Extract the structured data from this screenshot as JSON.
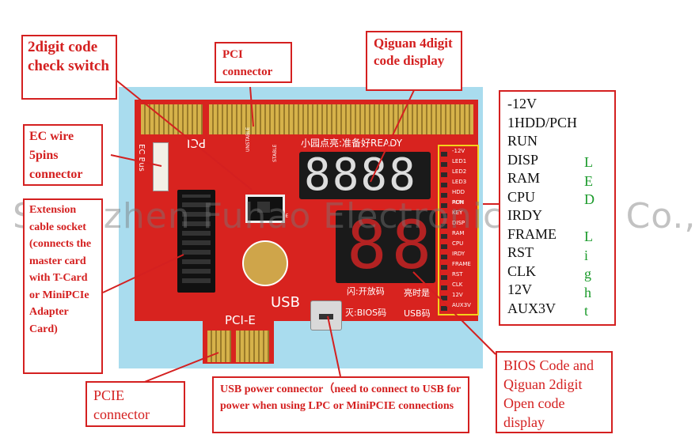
{
  "watermark": "Shenzhen Fuhao Electronic Trade Co., LTD",
  "board": {
    "pci_silk": "PCI",
    "pcie_silk": "PCI-E",
    "usb_silk": "USB",
    "ready_silk": "小园点亮:准备好READY",
    "open_silk": "闪:开放码",
    "bios_silk": "灭:BIOS码",
    "usb_code_silk": "USB码",
    "on_silk": "亮时是",
    "unstable_silk": "UNSTABLE",
    "stable_silk": "STABLE",
    "mode_silk": "MODE",
    "ecbus_silk": "EC Bus",
    "led_labels": [
      "-12V",
      "LED1",
      "LED2",
      "LED3",
      "HDD PCH",
      "RUN",
      "KEY",
      "DISP",
      "RAM",
      "CPU",
      "IRDY",
      "FRAME",
      "RST",
      "CLK",
      "12V",
      "AUX3V"
    ],
    "display4": "8888",
    "display2": "88"
  },
  "callouts": {
    "switch": "2digit code check switch",
    "pci": "PCI connector",
    "qiguan4": "Qiguan 4digit code display",
    "ec": "EC wire 5pins connector",
    "extension": "Extension cable socket (connects the master card with T-Card or MiniPCIe Adapter Card)",
    "pcie": "PCIE connector",
    "usb": "USB power connector（need to connect to USB for power when using LPC or MiniPCIE connections",
    "bios": "BIOS Code and Qiguan 2digit Open code display"
  },
  "led_list": {
    "items": [
      "-12V",
      "1HDD/PCH",
      "RUN",
      "DISP",
      "RAM",
      "CPU",
      "IRDY",
      "FRAME",
      "RST",
      "CLK",
      "12V",
      "AUX3V"
    ],
    "vertical_word": [
      "L",
      "E",
      "D",
      "",
      "L",
      "i",
      "g",
      "h",
      "t"
    ]
  }
}
